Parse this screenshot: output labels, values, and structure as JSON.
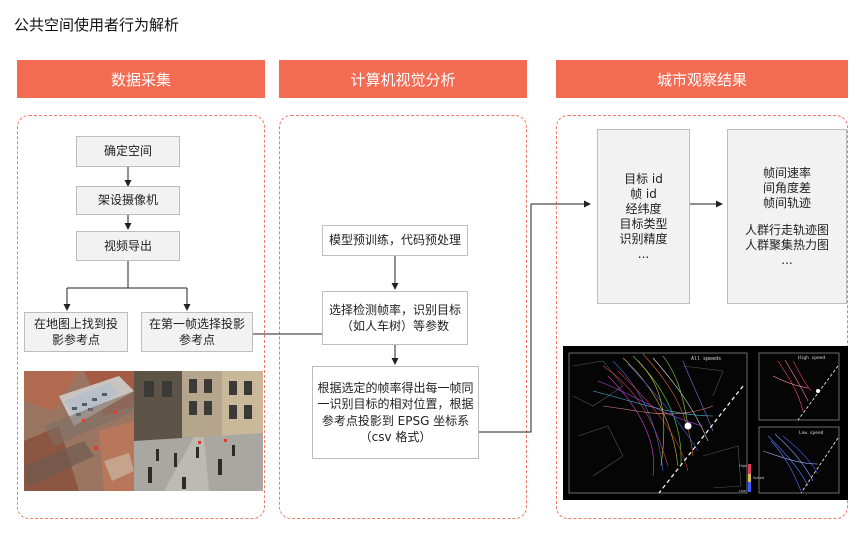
{
  "title": "公共空间使用者行为解析",
  "columns": {
    "collect": {
      "header": "数据采集"
    },
    "vision": {
      "header": "计算机视觉分析"
    },
    "result": {
      "header": "城市观察结果"
    }
  },
  "collect": {
    "step1": "确定空间",
    "step2": "架设摄像机",
    "step3": "视频导出",
    "left_branch": "在地图上找到投影参考点",
    "right_branch": "在第一帧选择投影参考点"
  },
  "vision": {
    "step1": "模型预训练，代码预处理",
    "step2": "选择检测帧率，识别目标（如人车树）等参数",
    "step3": "根据选定的帧率得出每一帧同一识别目标的相对位置，根据参考点投影到 EPSG 坐标系（csv 格式）"
  },
  "result": {
    "fields": [
      "目标 id",
      "帧 id",
      "经纬度",
      "目标类型",
      "识别精度",
      "..."
    ],
    "outputs": [
      "帧间速率",
      "间角度差",
      "帧间轨迹",
      "",
      "人群行走轨迹图",
      "人群聚集热力图",
      "..."
    ],
    "viz": {
      "main_label": "All speeds",
      "small1_label": "High speed",
      "small2_label": "Low speed",
      "legend_high": "High",
      "legend_speed": "Speed",
      "legend_low": "Low"
    }
  },
  "colors": {
    "accent": "#f26b52",
    "dashed": "#f07a63",
    "box_bg": "#f2f2f2"
  }
}
